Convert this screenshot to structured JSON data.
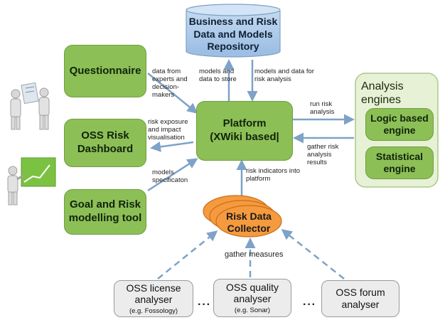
{
  "repository": {
    "lines": [
      "Business and Risk",
      "Data and Models",
      "Repository"
    ]
  },
  "questionnaire": "Questionnaire",
  "dashboard": {
    "lines": [
      "OSS Risk",
      "Dashboard"
    ]
  },
  "modelling_tool": {
    "lines": [
      "Goal and Risk",
      "modelling tool"
    ]
  },
  "platform": {
    "lines": [
      "Platform",
      "(XWiki based|"
    ]
  },
  "analysis": {
    "title_lines": [
      "Analysis",
      "engines"
    ],
    "logic": {
      "lines": [
        "Logic based",
        "engine"
      ]
    },
    "statistical": {
      "lines": [
        "Statistical",
        "engine"
      ]
    }
  },
  "collector": {
    "lines": [
      "Risk Data",
      "Collector"
    ]
  },
  "analysers": [
    {
      "lines": [
        "OSS license",
        "analyser"
      ],
      "sub": "(e.g. Fossology)"
    },
    {
      "lines": [
        "OSS quality",
        "analyser"
      ],
      "sub": "(e.g. Sonar)"
    },
    {
      "lines": [
        "OSS forum",
        "analyser"
      ],
      "sub": ""
    }
  ],
  "dots": "···",
  "labels": {
    "data_from_experts": "data from\nexperts and\ndecision-\nmakers",
    "models_store": "models and\ndata to store",
    "models_analysis": "models and data for\nrisk analysis",
    "run_risk": "run risk\nanalysis",
    "risk_exposure": "risk exposure\nand impact\nvisualisation",
    "gather_results": "gather risk\nanalysis\nresults",
    "models_spec": "models\nspecificaton",
    "risk_indicators": "risk indicators into\nplatform",
    "gather_measures": "gather measures"
  },
  "colors": {
    "green": "#8dbf57",
    "repository_blue": "#a9c8ea",
    "arrow_blue": "#7ea2c8",
    "collector_orange": "#f59a3e",
    "engines_panel": "#e7f1d5",
    "analyser_grey": "#ececec"
  },
  "icons": [
    "people-with-chart-icon",
    "person-with-chart-icon"
  ]
}
